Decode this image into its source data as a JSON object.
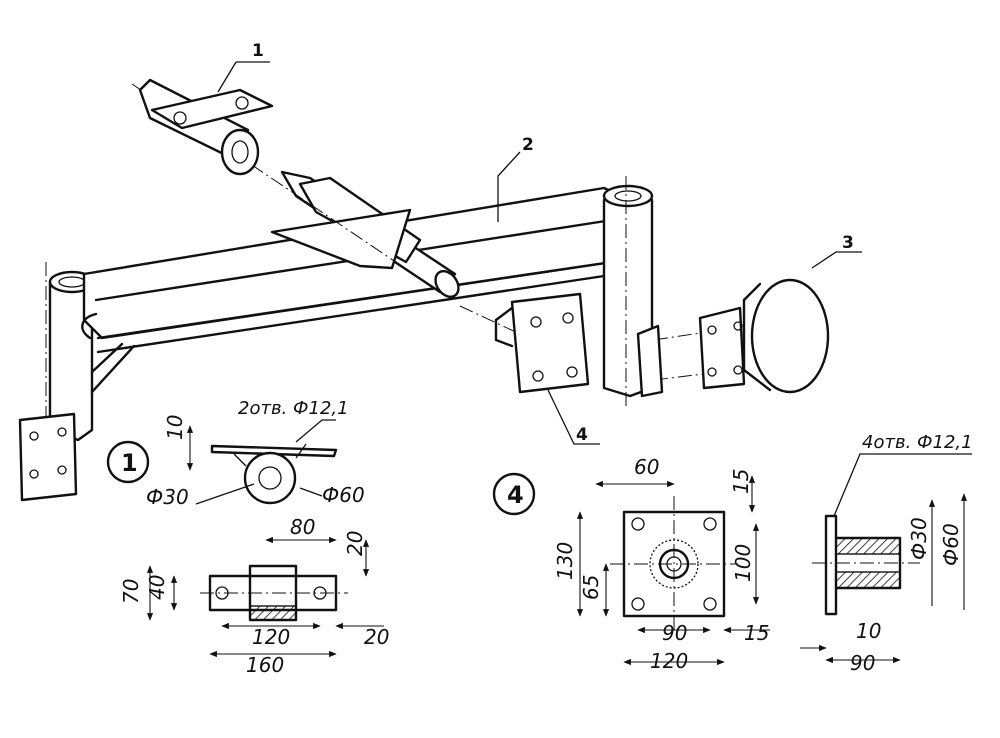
{
  "parts": [
    "1",
    "2",
    "3",
    "4"
  ],
  "view1": {
    "marker": "1",
    "note": "2отв. Ф12,1",
    "thickness": "10",
    "d_inner": "Ф30",
    "d_outer": "Ф60",
    "dims": {
      "w80": "80",
      "w120": "120",
      "w160": "160",
      "h70": "70",
      "h40": "40",
      "h20": "20",
      "e20": "20"
    }
  },
  "view4": {
    "marker": "4",
    "note": "4отв. Ф12,1",
    "dims": {
      "w60": "60",
      "h15": "15",
      "h130": "130",
      "h65": "65",
      "h100": "100",
      "w90": "90",
      "w120": "120",
      "w15": "15"
    },
    "side": {
      "d30": "Ф30",
      "d60": "Ф60",
      "t10": "10",
      "l90": "90"
    }
  }
}
